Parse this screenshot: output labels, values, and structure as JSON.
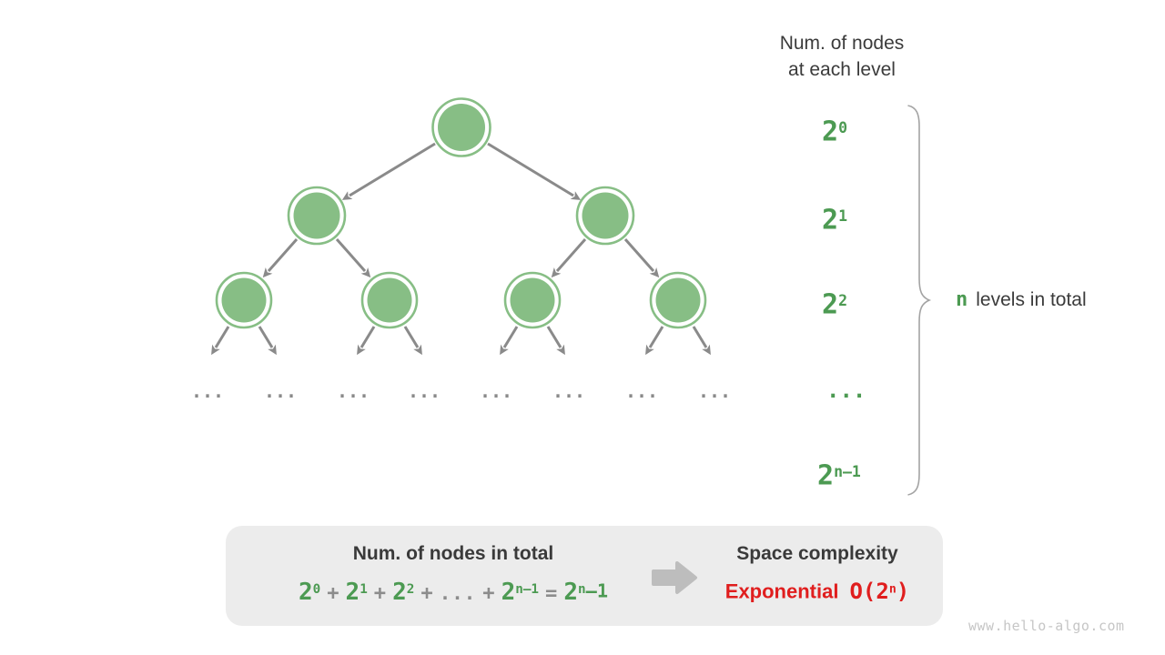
{
  "header": {
    "line1": "Num. of nodes",
    "line2": "at each level"
  },
  "levels": [
    {
      "base": "2",
      "exp": "0"
    },
    {
      "base": "2",
      "exp": "1"
    },
    {
      "base": "2",
      "exp": "2"
    },
    {
      "base": "...",
      "exp": ""
    },
    {
      "base": "2",
      "exp": "n–1"
    }
  ],
  "brace_label": {
    "n": "n",
    "text": "levels in total"
  },
  "tree": {
    "ellipsis": "..."
  },
  "summary_box": {
    "left_title": "Num. of nodes in total",
    "formula": {
      "t1b": "2",
      "t1e": "0",
      "plus1": "+",
      "t2b": "2",
      "t2e": "1",
      "plus2": "+",
      "t3b": "2",
      "t3e": "2",
      "plus3": "+",
      "dots": "...",
      "plus4": "+",
      "t4b": "2",
      "t4e": "n–1",
      "equals": "=",
      "rb": "2",
      "re": "n",
      "rtail": "–1"
    },
    "right_title": "Space complexity",
    "complexity": {
      "word": "Exponential",
      "o_open": "O(2",
      "exp": "n",
      "close": ")"
    }
  },
  "watermark": "www.hello-algo.com",
  "colors": {
    "node_green": "#87be85",
    "text_green": "#4c9a52",
    "edge_gray": "#8a8a8a",
    "box_bg": "#ececec",
    "red": "#e01e1e",
    "brace_gray": "#a3a3a3",
    "watermark_gray": "#c6c6c6"
  }
}
